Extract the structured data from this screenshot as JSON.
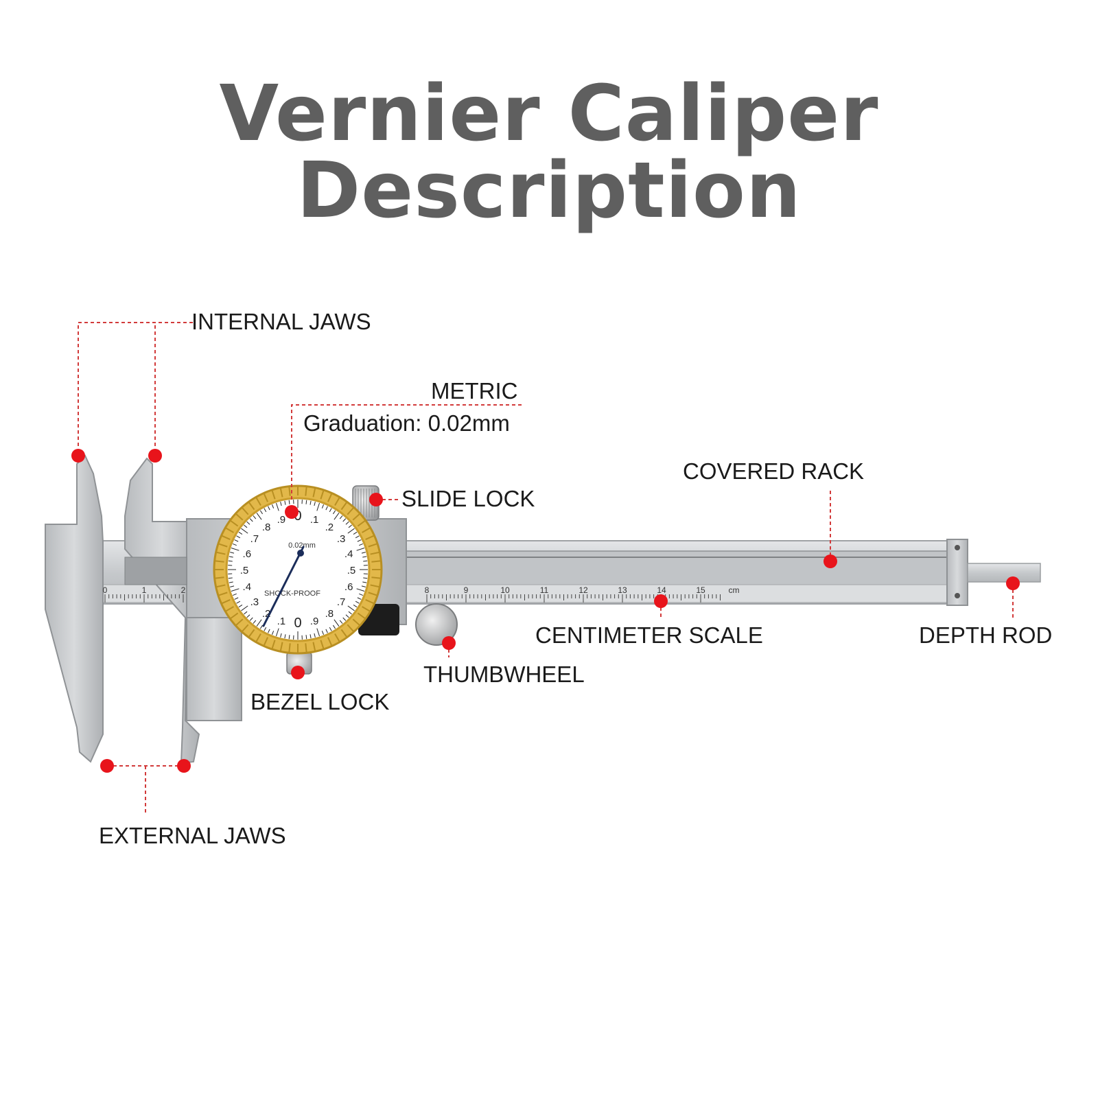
{
  "title": "Vernier Caliper Description",
  "labels": {
    "internal_jaws": "INTERNAL JAWS",
    "metric": "METRIC",
    "graduation": "Graduation: 0.02mm",
    "slide_lock": "SLIDE LOCK",
    "covered_rack": "COVERED RACK",
    "centimeter_scale": "CENTIMETER SCALE",
    "depth_rod": "DEPTH ROD",
    "thumbwheel": "THUMBWHEEL",
    "bezel_lock": "BEZEL LOCK",
    "external_jaws": "EXTERNAL JAWS"
  },
  "dial": {
    "numbers": [
      "0",
      ".1",
      ".2",
      ".3",
      ".4",
      ".5",
      ".6",
      ".7",
      ".8",
      ".9",
      "0",
      ".1",
      ".2",
      ".3",
      ".4",
      ".5",
      ".6",
      ".7",
      ".8",
      ".9"
    ],
    "resolution": "0.02mm",
    "brand": "SHOCK-PROOF"
  },
  "scale": {
    "left_numbers": [
      "0",
      "1",
      "2"
    ],
    "right_numbers": [
      "8",
      "9",
      "10",
      "11",
      "12",
      "13",
      "14",
      "15"
    ],
    "unit": "cm"
  },
  "colors": {
    "marker": "#e8141b",
    "leader": "#d23a3a",
    "steel": "#c9cbcd",
    "bezel": "#e2b84a"
  }
}
